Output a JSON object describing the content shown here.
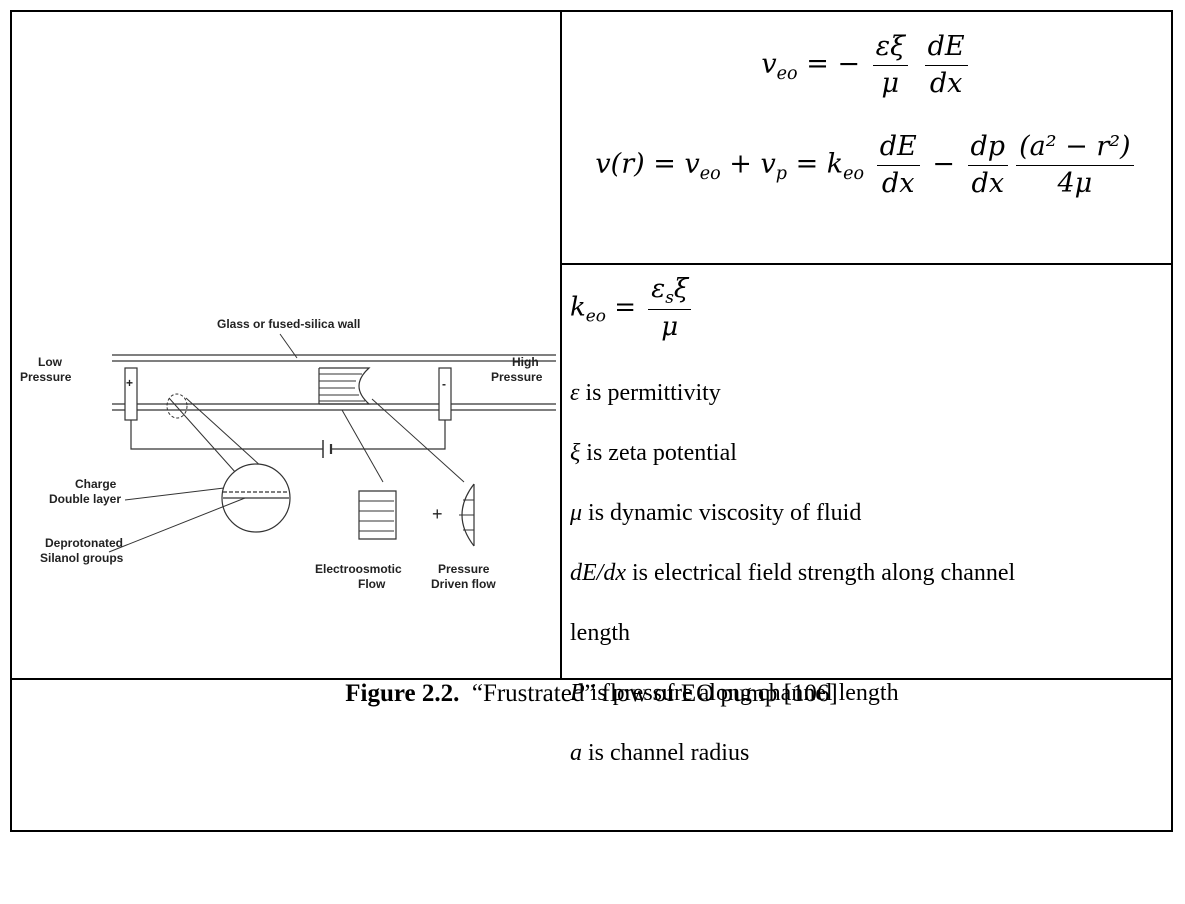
{
  "diagram": {
    "wall_label": "Glass or fused-silica wall",
    "low_pressure_line1": "Low",
    "low_pressure_line2": "Pressure",
    "high_pressure_line1": "High",
    "high_pressure_line2": "Pressure",
    "plus_sign": "+",
    "minus_sign": "-",
    "charge_line1": "Charge",
    "charge_line2": "Double layer",
    "deprot_line1": "Deprotonated",
    "deprot_line2": "Silanol groups",
    "eo_line1": "Electroosmotic",
    "eo_line2": "Flow",
    "pd_line1": "Pressure",
    "pd_line2": "Driven flow",
    "combine_plus": "+"
  },
  "equations": {
    "veo_lhs": "v",
    "veo_sub": "eo",
    "eq_sign": "=",
    "minus": "−",
    "eps_xi": "εξ",
    "mu": "μ",
    "dE": "dE",
    "dx": "dx",
    "vr": "v(r)",
    "plus": "+",
    "vp": "v",
    "vp_sub": "p",
    "k": "k",
    "k_sub": "eo",
    "dp": "dp",
    "a2r2": "(a² − r²)",
    "four_mu": "4μ"
  },
  "definitions": {
    "keo_k": "k",
    "keo_sub": "eo",
    "keo_eq": "=",
    "eps_s": "ε",
    "eps_s_sub": "s",
    "xi": "ξ",
    "mu": "μ",
    "lines": [
      {
        "sym": "ε",
        "text": " is permittivity"
      },
      {
        "sym": "ξ",
        "text": " is zeta potential"
      },
      {
        "sym": "μ",
        "text": " is dynamic viscosity of fluid"
      },
      {
        "sym": "dE/dx",
        "text": " is electrical field strength along channel"
      },
      {
        "sym": "",
        "text": "length"
      },
      {
        "sym": "P",
        "text": " is pressure along channel length"
      },
      {
        "sym": "a",
        "text": " is channel radius"
      }
    ]
  },
  "caption": {
    "label": "Figure 2.2.",
    "text": "  “Frustrated” flow of EO pump [106]"
  }
}
